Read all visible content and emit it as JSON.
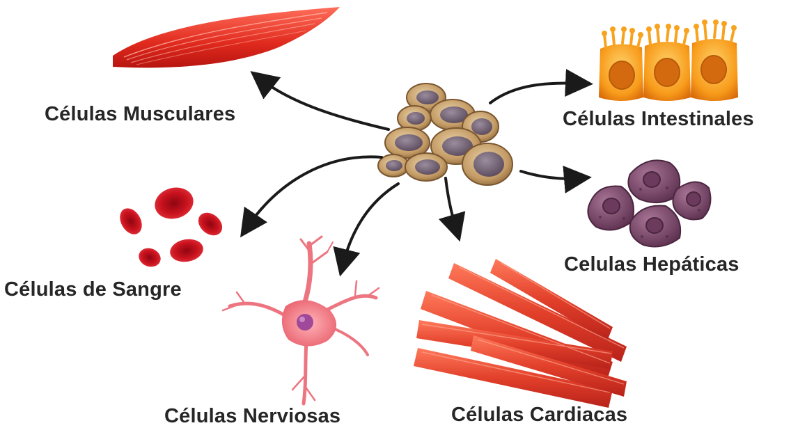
{
  "labels": {
    "musculares": "Células Musculares",
    "intestinales": "Células Intestinales",
    "hepaticas": "Celulas Hepáticas",
    "sangre": "Células de Sangre",
    "nerviosas": "Células Nerviosas",
    "cardiacas": "Células Cardiacas"
  },
  "colors": {
    "stem_fill": "#c8a87a",
    "stem_nucleus": "#6b5e6e",
    "muscle": "#e33a2a",
    "intestinal": "#f59a1c",
    "hepatic": "#7d4a6a",
    "blood": "#c8101c",
    "neuron": "#ee7d86",
    "cardiac": "#e2452e",
    "arrow": "#1a1a1a"
  }
}
